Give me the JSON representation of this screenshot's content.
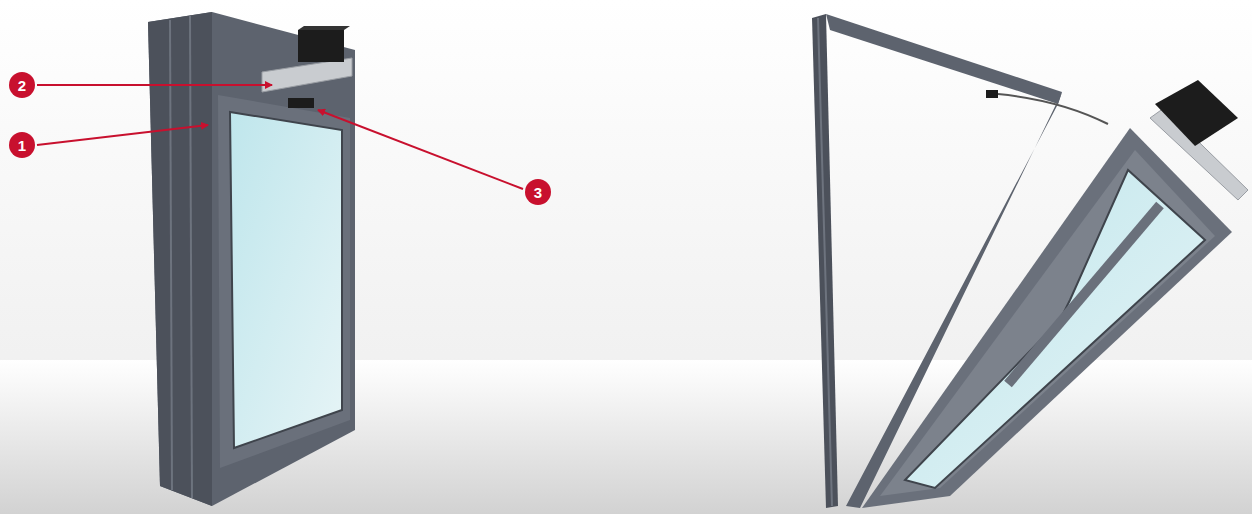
{
  "diagram": {
    "labels": [
      "2",
      "1",
      "3"
    ]
  }
}
